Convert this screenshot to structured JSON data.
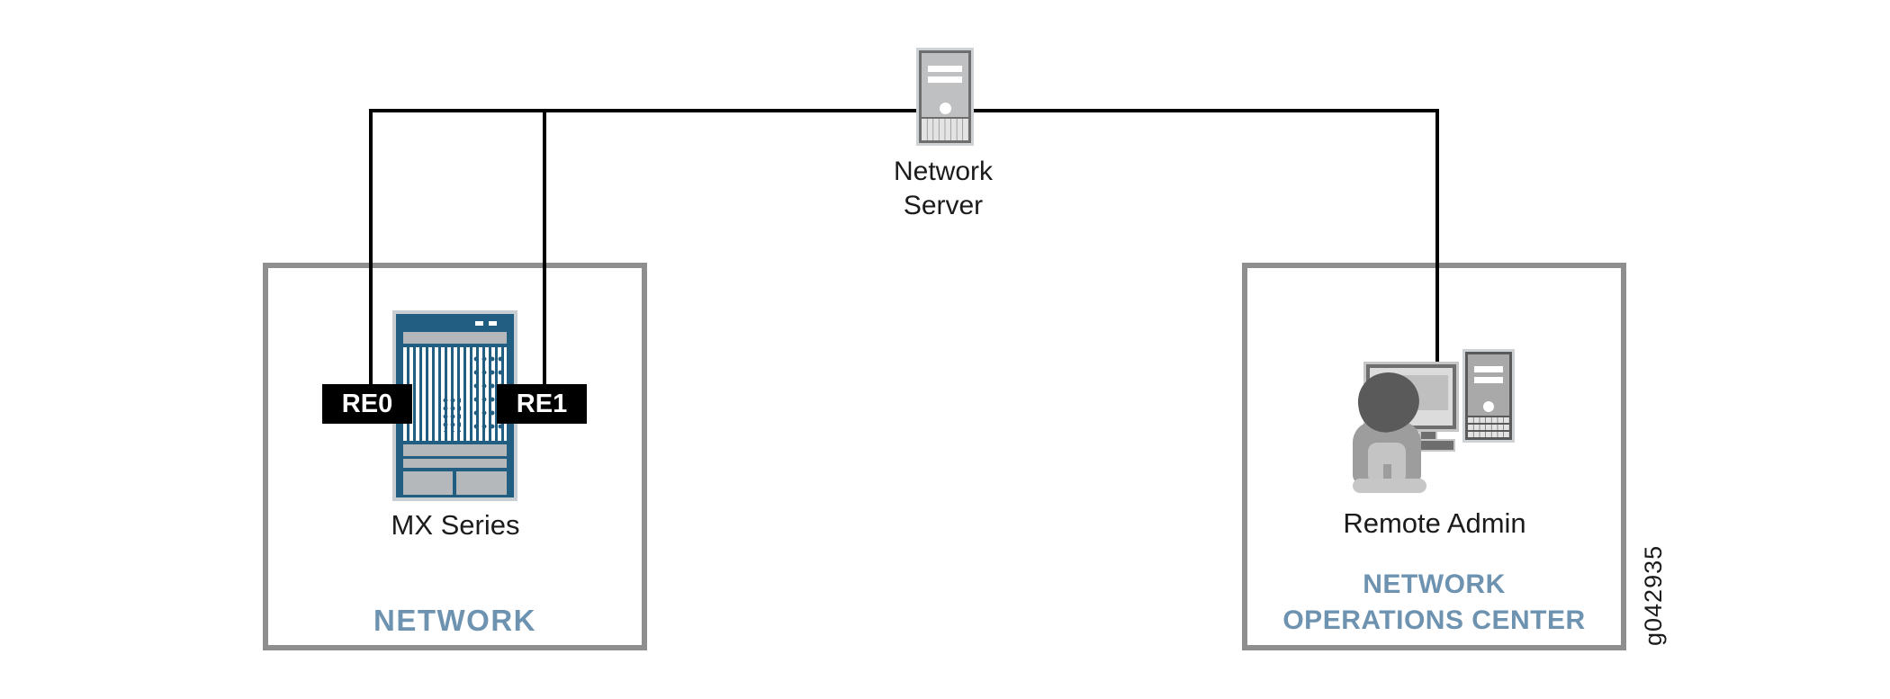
{
  "figure_id": "g042935",
  "colors": {
    "accent_blue_text": "#6d93b1",
    "router_blue": "#225e81",
    "box_border_gray": "#8e8e8e",
    "connection_line_black": "#000000",
    "badge_background": "#000000",
    "badge_text": "#ffffff"
  },
  "server": {
    "label_line1": "Network",
    "label_line2": "Server"
  },
  "network_box": {
    "title": "NETWORK",
    "router": {
      "label": "MX Series",
      "re0_badge": "RE0",
      "re1_badge": "RE1"
    }
  },
  "noc_box": {
    "admin_label": "Remote Admin",
    "title_line1": "NETWORK",
    "title_line2": "OPERATIONS CENTER"
  }
}
